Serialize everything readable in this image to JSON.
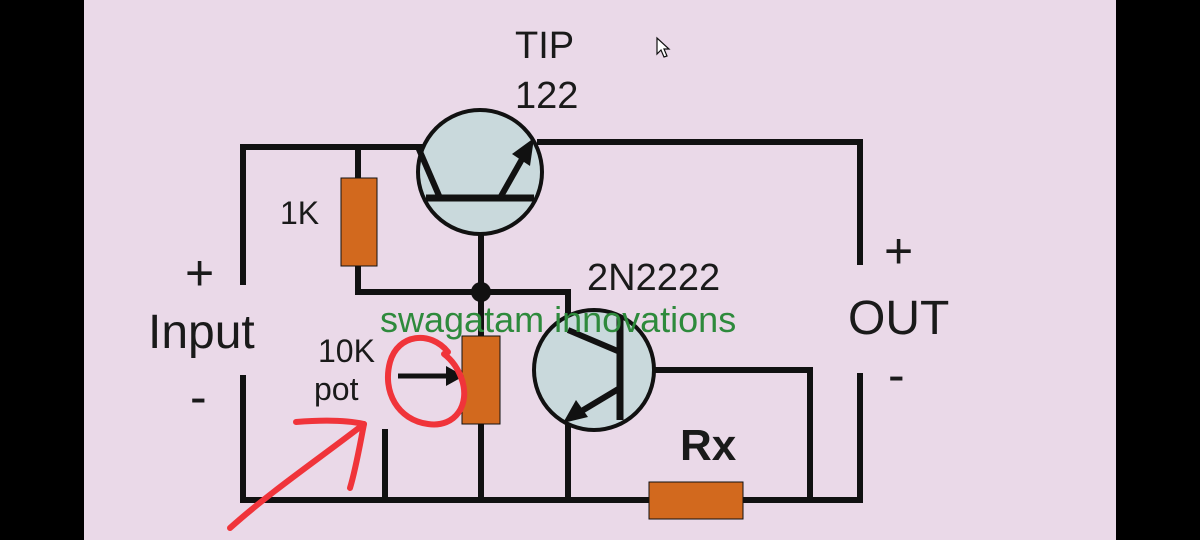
{
  "diagram": {
    "transistor_top": {
      "line1": "TIP",
      "line2": "122"
    },
    "transistor_bottom": "2N2222",
    "resistor_1k": "1K",
    "pot": {
      "line1": "10K",
      "line2": "pot"
    },
    "load_resistor": "Rx",
    "input": {
      "plus": "+",
      "label": "Input",
      "minus": "-"
    },
    "output": {
      "plus": "+",
      "label": "OUT",
      "minus": "-"
    },
    "watermark": "swagatam innovations"
  },
  "colors": {
    "screen_background": "#ead9e8",
    "wire": "#111111",
    "resistor_fill": "#d2691e",
    "transistor_fill": "#c9d9dc",
    "watermark": "#2e8a3c",
    "annotation": "#f0343a"
  },
  "icons": [
    "mouse-cursor-icon",
    "highlight-circle-annotation",
    "arrow-annotation"
  ]
}
